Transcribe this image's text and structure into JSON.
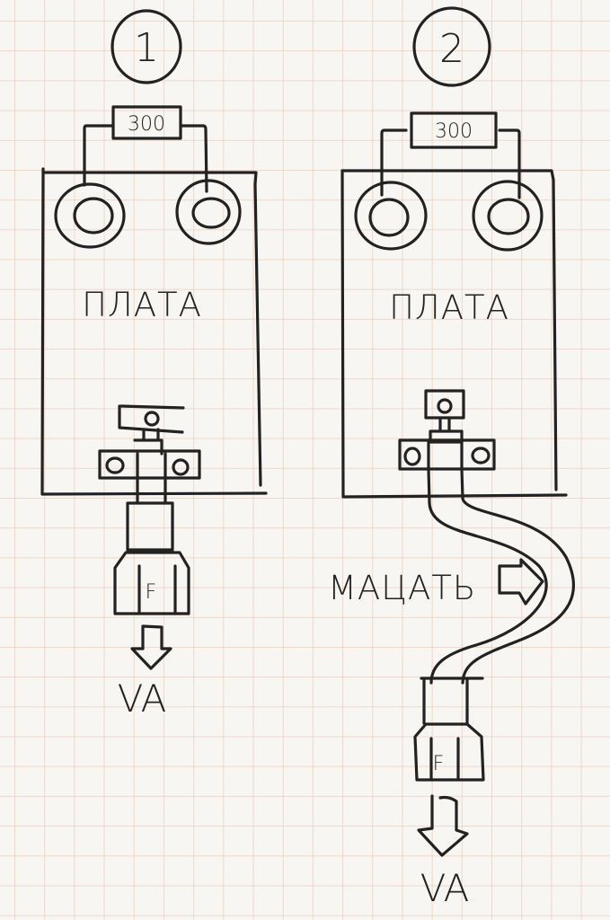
{
  "diagrams": [
    {
      "number": "1",
      "resistor_label": "300",
      "board_label": "ПЛАТА",
      "filter_label": "F",
      "output_label": "VA"
    },
    {
      "number": "2",
      "resistor_label": "300",
      "board_label": "ПЛАТА",
      "flex_label": "МАЦАТЬ",
      "filter_label": "F",
      "output_label": "VA"
    }
  ],
  "colors": {
    "ink": "#222222",
    "paper": "#f8f6f3",
    "grid": "#ecd0bc"
  }
}
